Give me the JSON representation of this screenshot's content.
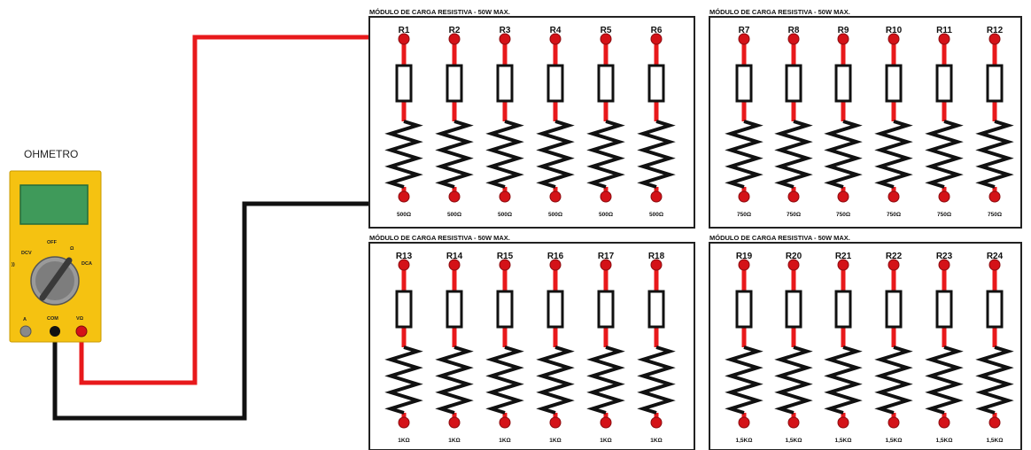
{
  "meter": {
    "title": "OHMETRO",
    "labels": {
      "off": "OFF",
      "dcv": "DCV",
      "dca": "DCA",
      "a": "A",
      "com": "COM",
      "vohm": "VΩ",
      "omega": "Ω"
    }
  },
  "modules": [
    {
      "title": "MÓDULO DE CARGA RESISTIVA - 50W MAX.",
      "resistors": [
        {
          "label": "R1",
          "value": "500Ω"
        },
        {
          "label": "R2",
          "value": "500Ω"
        },
        {
          "label": "R3",
          "value": "500Ω"
        },
        {
          "label": "R4",
          "value": "500Ω"
        },
        {
          "label": "R5",
          "value": "500Ω"
        },
        {
          "label": "R6",
          "value": "500Ω"
        }
      ]
    },
    {
      "title": "MÓDULO DE CARGA RESISTIVA - 50W MAX.",
      "resistors": [
        {
          "label": "R7",
          "value": "750Ω"
        },
        {
          "label": "R8",
          "value": "750Ω"
        },
        {
          "label": "R9",
          "value": "750Ω"
        },
        {
          "label": "R10",
          "value": "750Ω"
        },
        {
          "label": "R11",
          "value": "750Ω"
        },
        {
          "label": "R12",
          "value": "750Ω"
        }
      ]
    },
    {
      "title": "MÓDULO DE CARGA RESISTIVA - 50W MAX.",
      "resistors": [
        {
          "label": "R13",
          "value": "1KΩ"
        },
        {
          "label": "R14",
          "value": "1KΩ"
        },
        {
          "label": "R15",
          "value": "1KΩ"
        },
        {
          "label": "R16",
          "value": "1KΩ"
        },
        {
          "label": "R17",
          "value": "1KΩ"
        },
        {
          "label": "R18",
          "value": "1KΩ"
        }
      ]
    },
    {
      "title": "MÓDULO DE CARGA RESISTIVA - 50W MAX.",
      "resistors": [
        {
          "label": "R19",
          "value": "1,5KΩ"
        },
        {
          "label": "R20",
          "value": "1,5KΩ"
        },
        {
          "label": "R21",
          "value": "1,5KΩ"
        },
        {
          "label": "R22",
          "value": "1,5KΩ"
        },
        {
          "label": "R23",
          "value": "1,5KΩ"
        },
        {
          "label": "R24",
          "value": "1,5KΩ"
        }
      ]
    }
  ],
  "colors": {
    "wire_red": "#e8191b",
    "wire_black": "#111111",
    "meter_body": "#f5c211",
    "meter_screen": "#3f9a5a",
    "terminal_red": "#d41218",
    "terminal_gray": "#8a8a8a"
  }
}
